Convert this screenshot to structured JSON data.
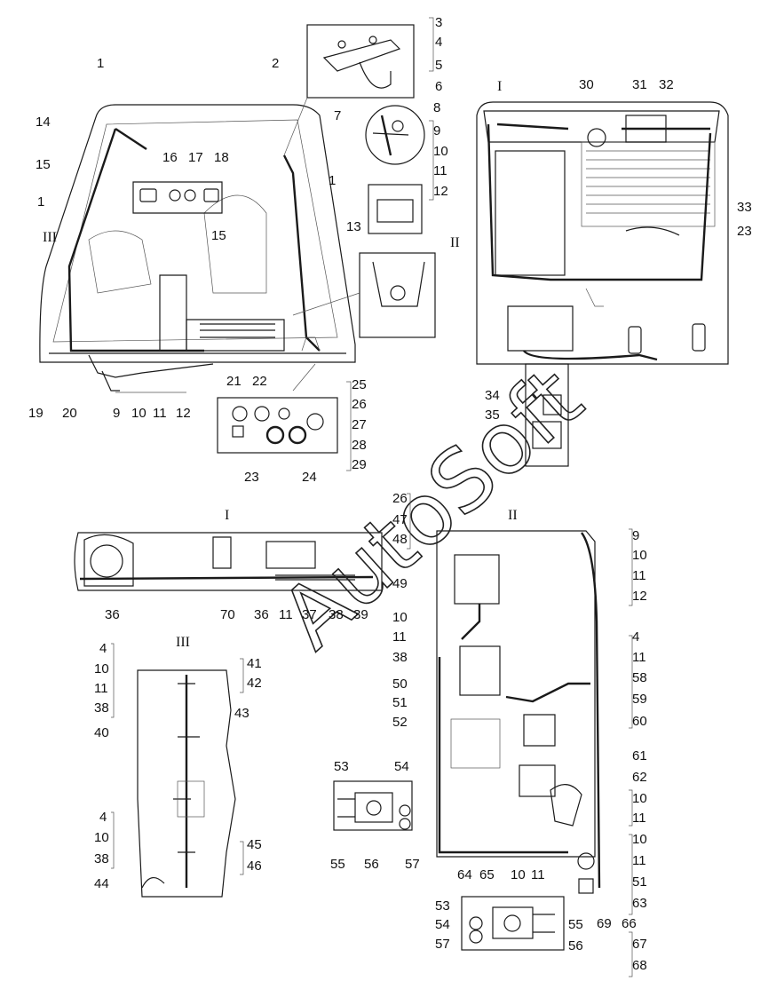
{
  "watermark": "AutoSoft",
  "view_labels": {
    "top_left": "III",
    "top_right_I": "I",
    "top_right_II": "II",
    "mid_I": "I",
    "mid_II": "II",
    "mid_III": "III"
  },
  "callouts": [
    "1",
    "2",
    "3",
    "4",
    "5",
    "6",
    "7",
    "8",
    "9",
    "10",
    "11",
    "12",
    "13",
    "14",
    "15",
    "16",
    "17",
    "18",
    "15",
    "1",
    "1",
    "19",
    "20",
    "9",
    "10",
    "11",
    "12",
    "21",
    "22",
    "23",
    "24",
    "25",
    "26",
    "27",
    "28",
    "29",
    "30",
    "31",
    "32",
    "33",
    "23",
    "34",
    "35",
    "36",
    "70",
    "36",
    "11",
    "37",
    "38",
    "39",
    "4",
    "10",
    "11",
    "38",
    "40",
    "41",
    "42",
    "43",
    "4",
    "10",
    "38",
    "44",
    "45",
    "46",
    "26",
    "47",
    "48",
    "9",
    "10",
    "11",
    "12",
    "49",
    "10",
    "11",
    "38",
    "50",
    "51",
    "52",
    "4",
    "11",
    "58",
    "59",
    "60",
    "61",
    "62",
    "10",
    "11",
    "10",
    "11",
    "51",
    "63",
    "53",
    "54",
    "55",
    "56",
    "57",
    "64",
    "65",
    "10",
    "11",
    "66",
    "67",
    "68",
    "69",
    "53",
    "54",
    "57",
    "55",
    "56"
  ],
  "colors": {
    "ink": "#1a1a1a",
    "background": "#ffffff"
  }
}
